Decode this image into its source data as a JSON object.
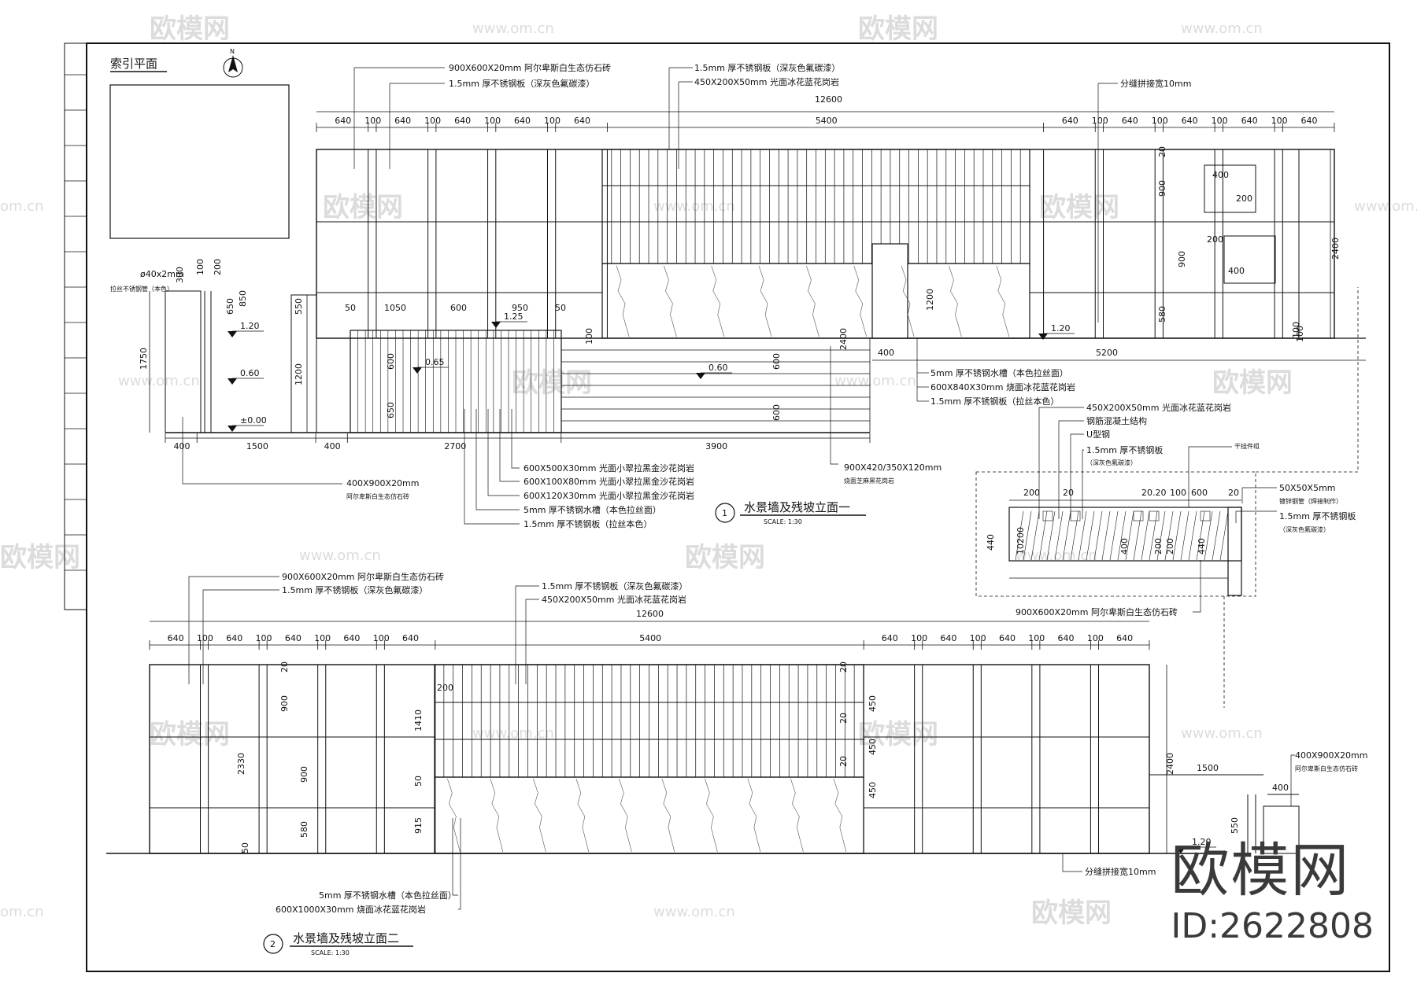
{
  "watermark": {
    "brand": "欧模网",
    "url": "www.om.cn",
    "url_fragment": "om.cn"
  },
  "brand_stamp": {
    "name": "欧模网",
    "id": "ID:2622808"
  },
  "index_plan": {
    "title": "索引平面",
    "north": "N"
  },
  "elev1": {
    "title": "水景墙及残坡立面一",
    "scale": "SCALE: 1:30",
    "number": "1",
    "top_dims": [
      "640",
      "100",
      "640",
      "100",
      "640",
      "100",
      "640",
      "100",
      "640",
      "5400",
      "640",
      "100",
      "640",
      "100",
      "640",
      "100",
      "640",
      "100",
      "640"
    ],
    "overall": "12600",
    "right_dims": [
      "20",
      "900",
      "900",
      "580",
      "100",
      "2400"
    ],
    "panel_dims": [
      "400",
      "200",
      "200",
      "400"
    ],
    "levels": [
      "1.20",
      "0.60",
      "±0.00",
      "0.65",
      "0.60",
      "1.25",
      "1.20"
    ],
    "left_dims": [
      "300",
      "100",
      "200",
      "650",
      "850",
      "550",
      "1750",
      "1200"
    ],
    "mid_dims": [
      "50",
      "1050",
      "600",
      "950",
      "50",
      "600",
      "650",
      "100",
      "2400",
      "600",
      "600",
      "1200",
      "100",
      "400",
      "5200"
    ],
    "bottom_dims": [
      "400",
      "1500",
      "400",
      "2700",
      "3900"
    ]
  },
  "elev2": {
    "title": "水景墙及残坡立面二",
    "scale": "SCALE: 1:30",
    "number": "2",
    "top_dims": [
      "640",
      "100",
      "640",
      "100",
      "640",
      "100",
      "640",
      "100",
      "640",
      "5400",
      "640",
      "100",
      "640",
      "100",
      "640",
      "100",
      "640",
      "100",
      "640"
    ],
    "overall": "12600",
    "side_dims": [
      "20",
      "900",
      "2330",
      "900",
      "580",
      "50",
      "1410",
      "50",
      "915",
      "200",
      "20",
      "450",
      "20",
      "450",
      "20",
      "450",
      "2400"
    ],
    "right": {
      "d1": "1500",
      "d2": "400",
      "d3": "550",
      "level": "1.20"
    }
  },
  "labels": {
    "e1_top1": "900X600X20mm 阿尔卑斯白生态仿石砖",
    "e1_top2": "1.5mm 厚不锈钢板（深灰色氟碳漆）",
    "e1_top3": "1.5mm 厚不锈钢板（深灰色氟碳漆）",
    "e1_top4": "450X200X50mm 光面冰花蓝花岗岩",
    "e1_joint": "分缝拼接宽10mm",
    "e1_rail1": "ø40x2mm",
    "e1_rail2": "拉丝不锈钢管（本色）",
    "e1_r1": "5mm 厚不锈钢水槽（本色拉丝面）",
    "e1_r2": "600X840X30mm 烧面冰花蓝花岗岩",
    "e1_r3": "1.5mm 厚不锈钢板（拉丝本色）",
    "e1_b1a": "400X900X20mm",
    "e1_b1b": "阿尔卑斯白生态仿石砖",
    "e1_b2": "600X500X30mm 光面小翠拉黑金沙花岗岩",
    "e1_b3": "600X100X80mm 光面小翠拉黑金沙花岗岩",
    "e1_b4": "600X120X30mm 光面小翠拉黑金沙花岗岩",
    "e1_b5": "5mm 厚不锈钢水槽（本色拉丝面）",
    "e1_b6": "1.5mm 厚不锈钢板（拉丝本色）",
    "e1_b7a": "900X420/350X120mm",
    "e1_b7b": "烧面芝麻黑花岗岩",
    "sec1": "450X200X50mm 光面冰花蓝花岗岩",
    "sec2": "钢筋混凝土结构",
    "sec3": "U型钢",
    "sec4": "1.5mm 厚不锈钢板",
    "sec5": "（深灰色氟碳漆）",
    "sec6": "干挂件组",
    "sec7": "50X50X5mm",
    "sec8": "镀锌钢管（焊接制作）",
    "sec9": "1.5mm 厚不锈钢板",
    "sec10": "（深灰色氟碳漆）",
    "sec11": "900X600X20mm 阿尔卑斯白生态仿石砖",
    "sec_dims": [
      "200",
      "20",
      "20.20",
      "100",
      "600",
      "20",
      "440",
      "10200",
      "400",
      "200",
      "200",
      "440"
    ],
    "e2_top1": "900X600X20mm 阿尔卑斯白生态仿石砖",
    "e2_top2": "1.5mm 厚不锈钢板（深灰色氟碳漆）",
    "e2_top3": "1.5mm 厚不锈钢板（深灰色氟碳漆）",
    "e2_top4": "450X200X50mm 光面冰花蓝花岗岩",
    "e2_b1": "5mm 厚不锈钢水槽（本色拉丝面）",
    "e2_b2": "600X1000X30mm 烧面冰花蓝花岗岩",
    "e2_joint": "分缝拼接宽10mm",
    "e2_r1a": "400X900X20mm",
    "e2_r1b": "阿尔卑斯白生态仿石砖"
  }
}
